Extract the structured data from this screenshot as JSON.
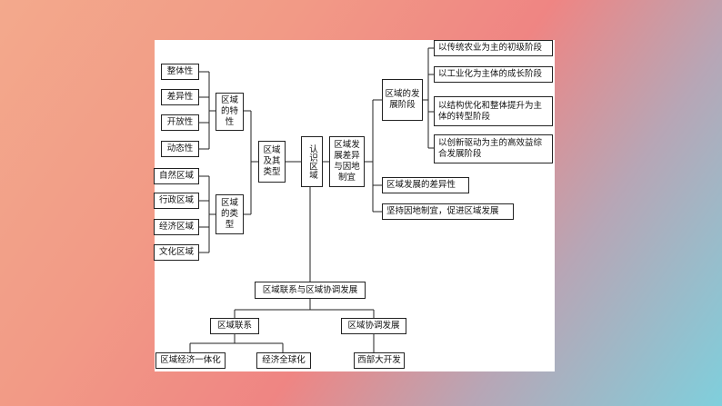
{
  "diagram": {
    "root": "认识区域",
    "branch_types": "区域及其类型",
    "characteristics_group": "区域的特性",
    "characteristics": [
      "整体性",
      "差异性",
      "开放性",
      "动态性"
    ],
    "types_group": "区域的类型",
    "types": [
      "自然区域",
      "行政区域",
      "经济区域",
      "文化区域"
    ],
    "branch_development": "区域发展差异与因地制宜",
    "stages_group": "区域的发展阶段",
    "stages": [
      "以传统农业为主的初级阶段",
      "以工业化为主体的成长阶段",
      "以结构优化和整体提升为主体的转型阶段",
      "以创新驱动为主的高效益综合发展阶段"
    ],
    "development_difference": "区域发展的差异性",
    "adapt_local": "坚持因地制宜，促进区域发展",
    "branch_links": "区域联系与区域协调发展",
    "links_group": "区域联系",
    "links": [
      "区域经济一体化",
      "经济全球化"
    ],
    "coordination_group": "区域协调发展",
    "coordination": [
      "西部大开发"
    ]
  }
}
